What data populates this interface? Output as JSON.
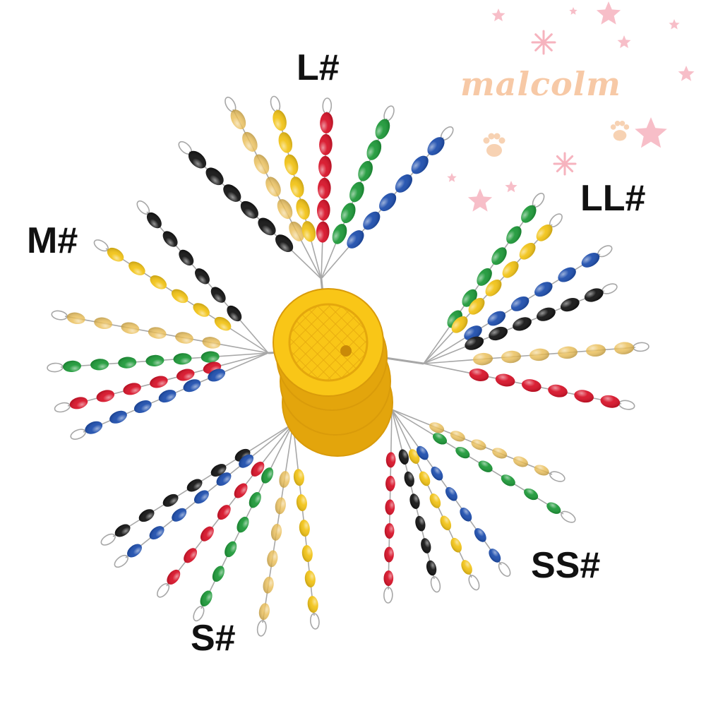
{
  "watermark": {
    "text": "malcolm"
  },
  "size_labels": {
    "l": "L#",
    "ll": "LL#",
    "m": "M#",
    "ss": "SS#",
    "s": "S#"
  },
  "colors": {
    "spool": "#f9c617",
    "spool_shadow": "#e3a50c",
    "bead_black": "#151515",
    "bead_yellow": "#f2c419",
    "bead_red": "#d8142a",
    "bead_green": "#1f9a3a",
    "bead_blue": "#1f4fae",
    "bead_translucent_yellow": "#e9b94a",
    "wire": "#a7a7a7",
    "star_pink": "#f6b3be",
    "paw_peach": "#f7d2b3"
  },
  "groups": [
    {
      "name": "l",
      "bead_colors": [
        "black",
        "translucent_yellow",
        "yellow",
        "red",
        "green",
        "blue"
      ]
    },
    {
      "name": "ll",
      "bead_colors": [
        "green",
        "yellow",
        "blue",
        "black",
        "translucent_yellow",
        "red"
      ]
    },
    {
      "name": "m",
      "bead_colors": [
        "black",
        "yellow",
        "translucent_yellow",
        "green",
        "red",
        "blue"
      ]
    },
    {
      "name": "ss",
      "bead_colors": [
        "red",
        "black",
        "yellow",
        "blue",
        "green",
        "translucent_yellow"
      ]
    },
    {
      "name": "s",
      "bead_colors": [
        "black",
        "blue",
        "red",
        "green",
        "translucent_yellow",
        "yellow"
      ]
    }
  ]
}
